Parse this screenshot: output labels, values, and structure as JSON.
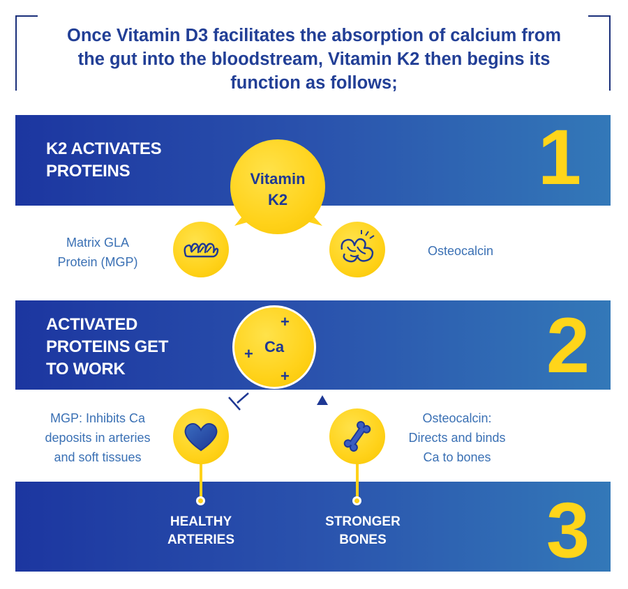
{
  "header": {
    "line1": "Once Vitamin D3 facilitates the absorption of calcium from",
    "line2": "the gut into the bloodstream, Vitamin K2 then begins its",
    "line3": "function as follows;"
  },
  "step1": {
    "number": "1",
    "title_line1": "K2 ACTIVATES",
    "title_line2": "PROTEINS",
    "center_line1": "Vitamin",
    "center_line2": "K2",
    "left_label_line1": "Matrix GLA",
    "left_label_line2": "Protein (MGP)",
    "right_label": "Osteocalcin"
  },
  "step2": {
    "number": "2",
    "title_line1": "ACTIVATED",
    "title_line2": "PROTEINS GET",
    "title_line3": "TO WORK",
    "center_label": "Ca",
    "plus": "+",
    "left_label_line1": "MGP: Inhibits Ca",
    "left_label_line2": "deposits in arteries",
    "left_label_line3": "and soft tissues",
    "right_label_line1": "Osteocalcin:",
    "right_label_line2": "Directs and binds",
    "right_label_line3": "Ca to bones"
  },
  "step3": {
    "number": "3",
    "left_line1": "HEALTHY",
    "left_line2": "ARTERIES",
    "right_line1": "STRONGER",
    "right_line2": "BONES"
  },
  "icons": [
    "mgp-protein-icon",
    "osteocalcin-protein-icon",
    "heart-icon",
    "bone-icon",
    "inhibit-arrow-icon",
    "promote-arrow-icon"
  ],
  "colors": {
    "band_start": "#1c36a0",
    "band_end": "#3378b8",
    "yellow": "#ffd21a",
    "navy": "#1e3894",
    "label_blue": "#3a70b4"
  }
}
